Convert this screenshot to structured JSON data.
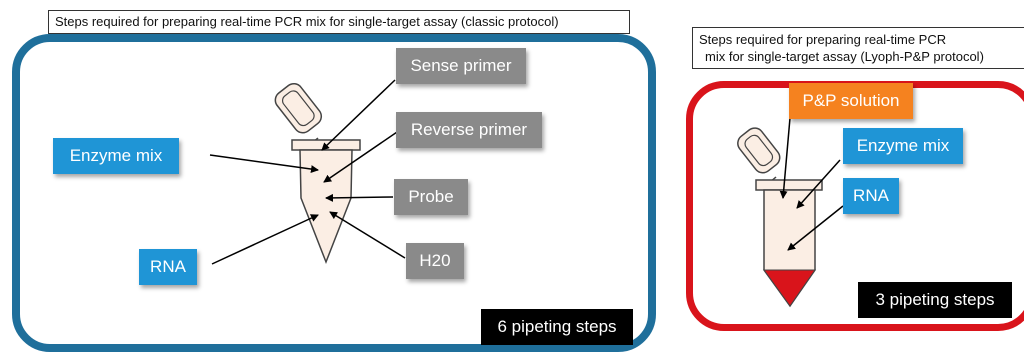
{
  "left": {
    "title": "Steps required for preparing real-time PCR mix for single-target assay (classic protocol)",
    "labels": {
      "enzyme_mix": "Enzyme mix",
      "rna": "RNA",
      "sense_primer": "Sense primer",
      "reverse_primer": "Reverse primer",
      "probe": "Probe",
      "h2o": "H20"
    },
    "badge": "6 pipeting steps",
    "border_color": "#1f6f9b"
  },
  "right": {
    "title_line1": "Steps required for preparing real-time PCR",
    "title_line2": "mix for single-target assay (Lyoph-P&P protocol)",
    "labels": {
      "pp_solution": "P&P solution",
      "enzyme_mix": "Enzyme mix",
      "rna": "RNA"
    },
    "badge": "3 pipeting steps",
    "border_color": "#d9141b"
  },
  "colors": {
    "blue_label": "#1f95d6",
    "gray_label": "#8a8a8a",
    "orange_label": "#f5821f",
    "tube_fill": "#fbeee4",
    "red_liquid": "#d9141b"
  }
}
